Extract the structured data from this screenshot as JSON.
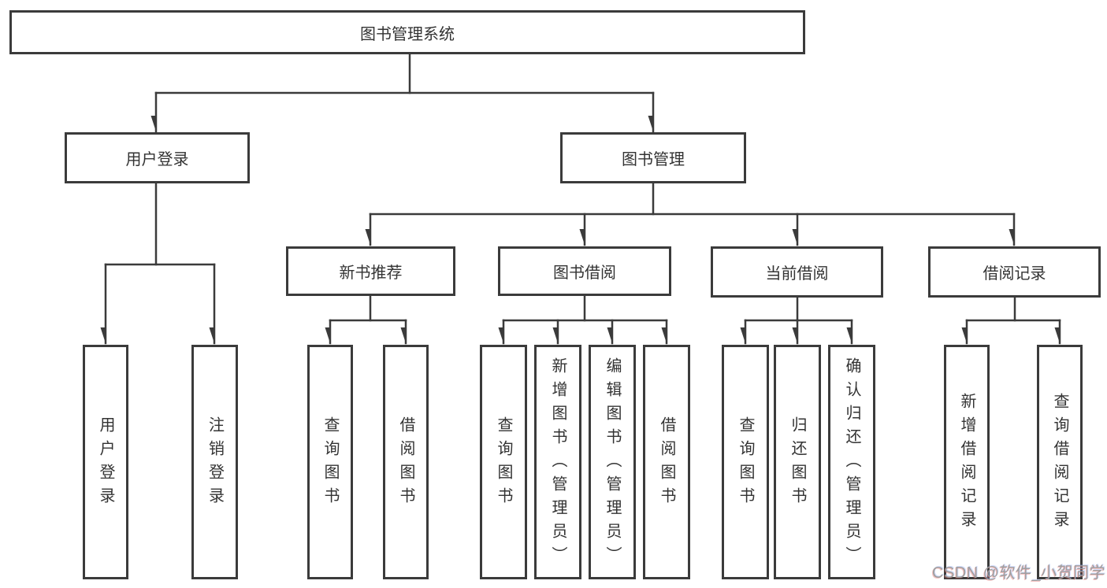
{
  "nodes": {
    "root": "图书管理系统",
    "l2_user_login": "用户登录",
    "l2_book_mgmt": "图书管理",
    "l3_new_book": "新书推荐",
    "l3_book_borrow": "图书借阅",
    "l3_current_borrow": "当前借阅",
    "l3_borrow_records": "借阅记录",
    "l4_user_login": "用户登录",
    "l4_logout": "注销登录",
    "l4_nb_query": "查询图书",
    "l4_nb_borrow": "借阅图书",
    "l4_bb_query": "查询图书",
    "l4_bb_add": "新增图书（管理员）",
    "l4_bb_edit": "编辑图书（管理员）",
    "l4_bb_borrow": "借阅图书",
    "l4_cb_query": "查询图书",
    "l4_cb_return": "归还图书",
    "l4_cb_confirm": "确认归还（管理员）",
    "l4_br_add": "新增借阅记录",
    "l4_br_query": "查询借阅记录"
  },
  "watermark": "CSDN @软件_小贺同学",
  "colors": {
    "line": "#3b3b3b",
    "box_border": "#3b3b3b",
    "box_background": "#ffffff",
    "text": "#333333",
    "watermark": "#9f9f9f"
  }
}
